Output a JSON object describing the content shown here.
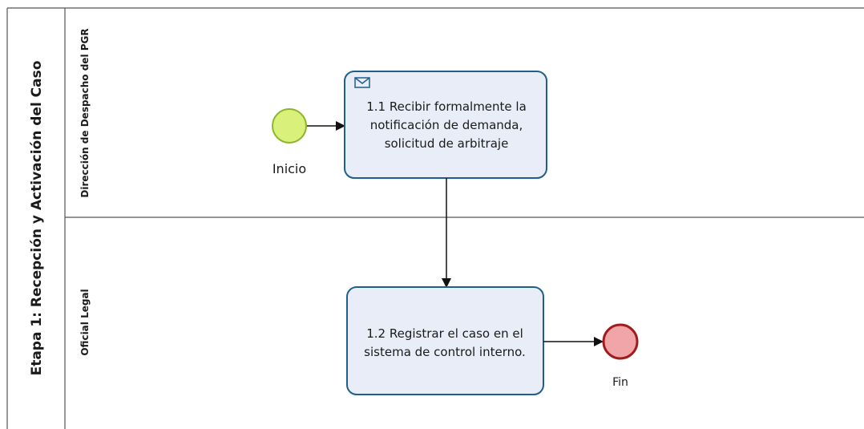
{
  "pool": {
    "title": "Etapa 1: Recepción y Activación del Caso"
  },
  "lanes": [
    {
      "title": "Dirección de Despacho del PGR"
    },
    {
      "title": "Oficial Legal"
    }
  ],
  "events": {
    "start": {
      "label": "Inicio",
      "fill": "#d9f07a",
      "stroke": "#8bb52a"
    },
    "end": {
      "label": "Fin",
      "fill": "#f2a5a8",
      "stroke": "#a11d1d"
    }
  },
  "tasks": [
    {
      "type": "receive",
      "icon": "envelope-icon",
      "lines": [
        "1.1 Recibir formalmente la",
        "notificación de demanda,",
        "solicitud de arbitraje"
      ]
    },
    {
      "type": "task",
      "lines": [
        "1.2 Registrar el caso en el",
        "sistema de control interno."
      ]
    }
  ],
  "colors": {
    "task_fill": "#e8edf8",
    "task_stroke": "#1f5f8b",
    "lane_stroke": "#555555"
  }
}
